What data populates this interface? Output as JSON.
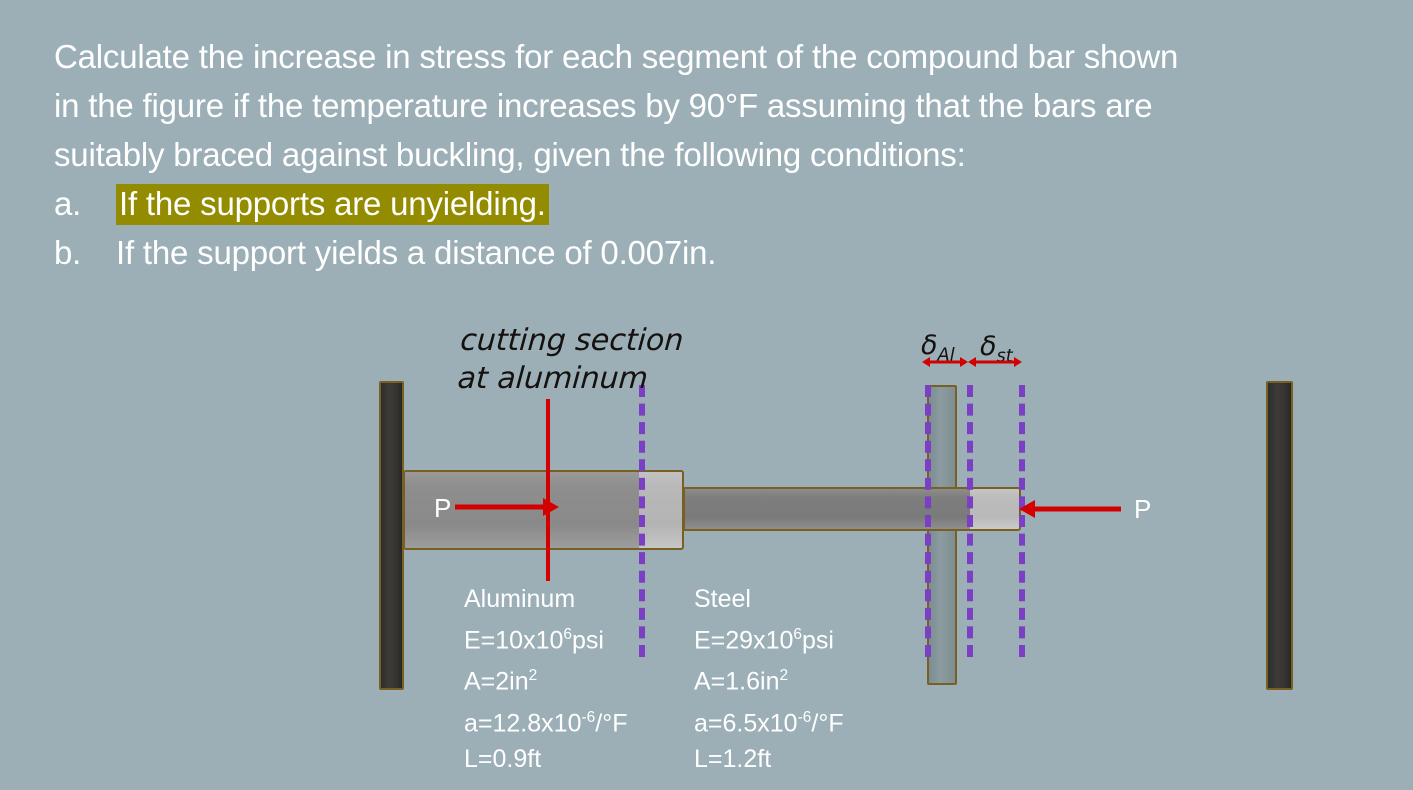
{
  "slide": {
    "background_color": "#9cafb7",
    "text_color": "#ffffff",
    "highlight_color": "#938b00",
    "accent_red": "#d40000",
    "accent_purple": "#7b3fc4",
    "border_brown": "#7a5f22"
  },
  "statement": {
    "line1": "Calculate the increase in stress for each segment of the compound bar shown",
    "line2_a": "in the figure if the temperature increases by 90°F assuming that the bars are",
    "line3": "suitably braced against buckling, given the following conditions:",
    "item_a_marker": "a.",
    "item_a_text": "If the supports are unyielding.",
    "item_b_marker": "b.",
    "item_b_text": "If the support yields a distance of 0.007in."
  },
  "figure": {
    "annotation_cut_line1": "cutting section",
    "annotation_cut_line2": "at aluminum",
    "delta_aluminum": "δ",
    "delta_aluminum_sub": "Al",
    "delta_steel": "δ",
    "delta_steel_sub": "st",
    "load_left_label": "P",
    "load_right_label": "P",
    "aluminum": {
      "title": "Aluminum",
      "modulus_prefix": "E=10x10",
      "modulus_exp": "6",
      "modulus_unit": "psi",
      "area_prefix": "A=2in",
      "area_exp": "2",
      "alpha_prefix": "a=12.8x10",
      "alpha_exp": "-6",
      "alpha_unit": "/°F",
      "length": "L=0.9ft"
    },
    "steel": {
      "title": "Steel",
      "modulus_prefix": "E=29x10",
      "modulus_exp": "6",
      "modulus_unit": "psi",
      "area_prefix": "A=1.6in",
      "area_exp": "2",
      "alpha_prefix": "a=6.5x10",
      "alpha_exp": "-6",
      "alpha_unit": "/°F",
      "length": "L=1.2ft"
    }
  }
}
